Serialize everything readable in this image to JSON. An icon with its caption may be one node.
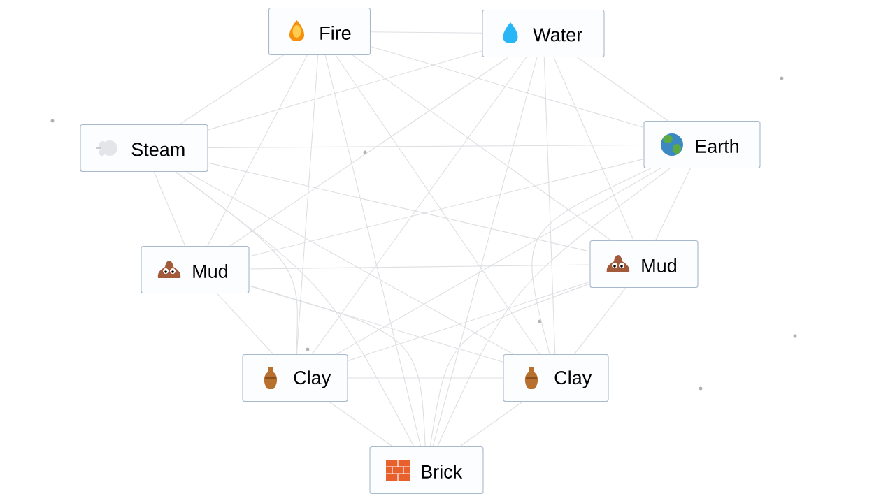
{
  "diagram": {
    "nodes": [
      {
        "text": [
          "Fire"
        ]
      },
      {
        "text": [
          "Water"
        ]
      },
      {
        "text": [
          "Steam"
        ]
      },
      {
        "text": [
          "Earth"
        ]
      },
      {
        "text": [
          "Mud"
        ]
      },
      {
        "text": [
          "Mud"
        ]
      },
      {
        "text": [
          "Clay"
        ]
      },
      {
        "text": [
          "Clay"
        ]
      },
      {
        "text": [
          "Brick"
        ]
      }
    ],
    "edges": [
      {
        "from": 0,
        "to": 1,
        "arrow": "none"
      },
      {
        "from": 0,
        "to": 2,
        "arrow": "none"
      },
      {
        "from": 0,
        "to": 3,
        "arrow": "none"
      },
      {
        "from": 0,
        "to": 4,
        "arrow": "none"
      },
      {
        "from": 0,
        "to": 5,
        "arrow": "none"
      },
      {
        "from": 0,
        "to": 6,
        "arrow": "none"
      },
      {
        "from": 0,
        "to": 7,
        "arrow": "none"
      },
      {
        "from": 0,
        "to": 8,
        "arrow": "none"
      },
      {
        "from": 1,
        "to": 2,
        "arrow": "none"
      },
      {
        "from": 1,
        "to": 3,
        "arrow": "none"
      },
      {
        "from": 1,
        "to": 4,
        "arrow": "none"
      },
      {
        "from": 1,
        "to": 5,
        "arrow": "none"
      },
      {
        "from": 1,
        "to": 6,
        "arrow": "none"
      },
      {
        "from": 1,
        "to": 7,
        "arrow": "none"
      },
      {
        "from": 1,
        "to": 8,
        "arrow": "none"
      },
      {
        "from": 2,
        "to": 3,
        "arrow": "none"
      },
      {
        "from": 2,
        "to": 4,
        "arrow": "none"
      },
      {
        "from": 2,
        "to": 5,
        "arrow": "none"
      },
      {
        "from": 2,
        "to": 6,
        "arrow": "none"
      },
      {
        "from": 2,
        "to": 7,
        "arrow": "none"
      },
      {
        "from": 2,
        "to": 8,
        "arrow": "none"
      },
      {
        "from": 3,
        "to": 4,
        "arrow": "none"
      },
      {
        "from": 3,
        "to": 5,
        "arrow": "none"
      },
      {
        "from": 3,
        "to": 6,
        "arrow": "none"
      },
      {
        "from": 3,
        "to": 7,
        "arrow": "none"
      },
      {
        "from": 3,
        "to": 8,
        "arrow": "none"
      },
      {
        "from": 4,
        "to": 5,
        "arrow": "none"
      },
      {
        "from": 4,
        "to": 6,
        "arrow": "none"
      },
      {
        "from": 4,
        "to": 7,
        "arrow": "none"
      },
      {
        "from": 4,
        "to": 8,
        "arrow": "none"
      },
      {
        "from": 5,
        "to": 6,
        "arrow": "none"
      },
      {
        "from": 5,
        "to": 7,
        "arrow": "none"
      },
      {
        "from": 5,
        "to": 8,
        "arrow": "none"
      },
      {
        "from": 6,
        "to": 7,
        "arrow": "none"
      },
      {
        "from": 6,
        "to": 8,
        "arrow": "none"
      },
      {
        "from": 7,
        "to": 8,
        "arrow": "none"
      }
    ]
  }
}
